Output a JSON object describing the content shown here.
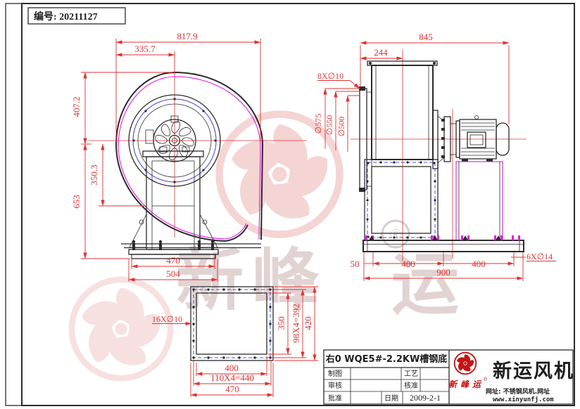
{
  "doc_no": {
    "label": "编号: 20211127"
  },
  "front_view": {
    "d_total_w": "817.9",
    "d_inlet_x": "335.7",
    "d_top_h": "407.2",
    "d_mid_h": "350.3",
    "d_total_h": "653",
    "d_base_in": "470",
    "d_base_out": "504"
  },
  "side_view": {
    "d_total_w": "845",
    "d_duct": "244",
    "n_bolt_inlet": "8X∅10",
    "d575": "∅575",
    "d550": "∅550",
    "d500": "∅500",
    "d_50": "50",
    "d_400a": "400",
    "d_400b": "400",
    "d_900": "900",
    "n_bolt_base": "6X∅14"
  },
  "flange_view": {
    "n_bolt": "16X∅10",
    "d_in_h": "350",
    "d_pitch_v": "98X4=392",
    "d_out_h": "420",
    "d_in_w": "400",
    "d_pitch_h": "110X4=440",
    "d_out_w": "470"
  },
  "titleblock": {
    "title": "右0 WQE5#-2.2KW槽钢底",
    "lbl_draw": "制图",
    "lbl_process": "工艺",
    "lbl_check": "审核",
    "lbl_approve": "核准",
    "lbl_batch": "批准",
    "lbl_date": "日期",
    "date": "2009-2-1",
    "company": "新运风机",
    "brand": "新峰运",
    "reg": "®",
    "web1": "网址: 不锈钢风机.网址",
    "web2": "www.xinyunfj.com"
  },
  "watermark": {
    "part1": "新峰",
    "part2": "运",
    "reg": "®"
  },
  "colors": {
    "dim_red": "#e03232",
    "volute_magenta": "#e618e6",
    "bolt_blue": "#4848e8",
    "line_black": "#2b2b2b",
    "logo_red": "#c51414",
    "watermark_pink": "#e89b9b"
  }
}
